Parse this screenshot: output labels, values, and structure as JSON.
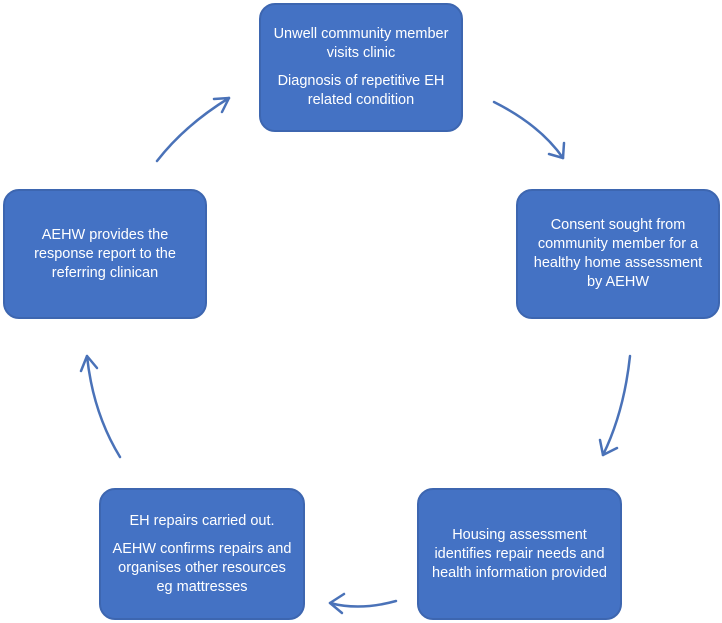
{
  "diagram": {
    "accent_color": "#4472c4",
    "arrow_color": "#4a72b8",
    "steps": [
      {
        "lines": [
          "Unwell community member visits clinic",
          "Diagnosis of repetitive EH related condition"
        ]
      },
      {
        "lines": [
          "Consent sought from community member for a healthy home assessment by AEHW"
        ]
      },
      {
        "lines": [
          "Housing assessment identifies repair needs and health information provided"
        ]
      },
      {
        "lines": [
          "EH  repairs carried out.",
          "AEHW  confirms repairs and organises other resources eg mattresses"
        ]
      },
      {
        "lines": [
          "AEHW provides the response report to the referring clinican"
        ]
      }
    ]
  }
}
